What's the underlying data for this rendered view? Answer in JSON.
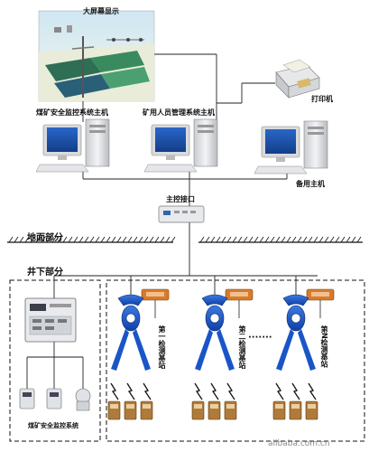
{
  "labels": {
    "big_screen": "大屏幕显示",
    "safety_host": "煤矿安全监控系统主机",
    "personnel_host": "矿用人员管理系统主机",
    "printer": "打印机",
    "backup_host": "备用主机",
    "main_interface": "主控接口",
    "ground_section": "地面部分",
    "underground_section": "井下部分",
    "safety_system": "煤矿安全监控系统",
    "station_1": "第一检测基站",
    "station_2": "第二检测基站",
    "station_n": "第N检测基站",
    "ellipsis": "·······"
  },
  "watermark": "alibaba.com.cn",
  "colors": {
    "station_blue": "#1a55c8",
    "reader_orange": "#d97a2a",
    "tag_brown": "#b07a3a",
    "line": "#222222"
  }
}
